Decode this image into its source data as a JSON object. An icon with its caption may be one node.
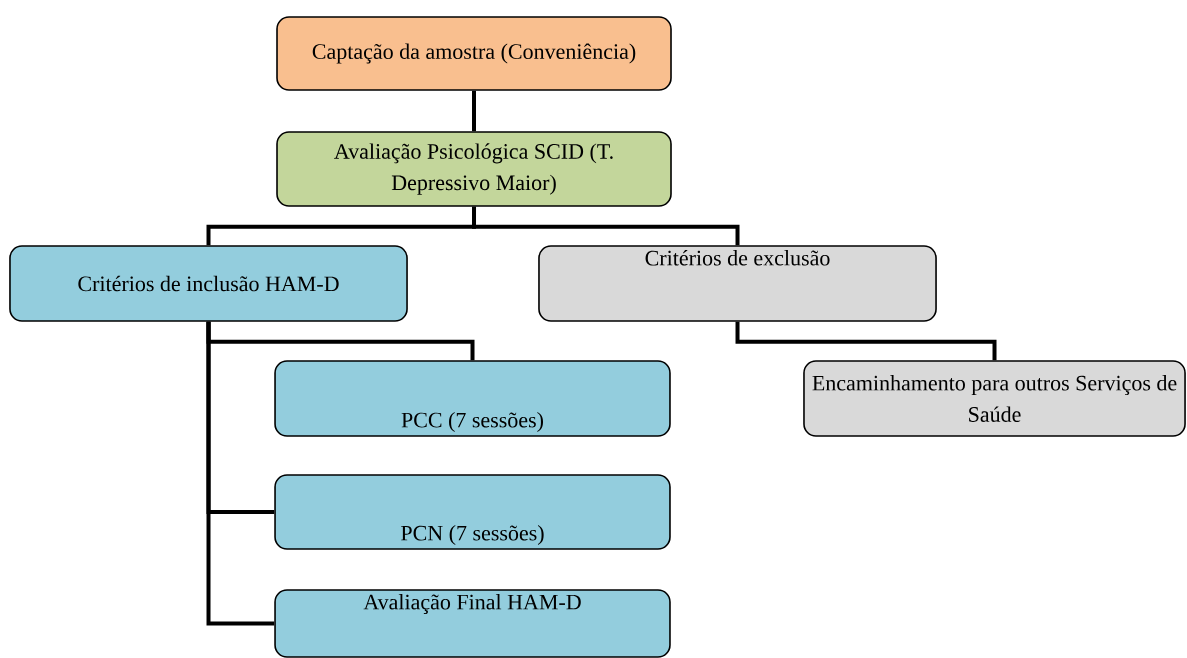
{
  "diagram": {
    "nodes": [
      {
        "text": [
          "Captação da amostra (Conveniência)"
        ]
      },
      {
        "text": [
          "Avaliação Psicológica SCID (T. Depressivo Maior)"
        ]
      },
      {
        "text": [
          "Critérios de inclusão HAM-D"
        ]
      },
      {
        "text": [
          "Critérios de exclusão"
        ]
      },
      {
        "text": [
          "PCC (7 sessões)"
        ]
      },
      {
        "text": [
          "PCN (7 sessões)"
        ]
      },
      {
        "text": [
          "Avaliação Final HAM-D"
        ]
      },
      {
        "text": [
          "Encaminhamento para outros Serviços de Saúde"
        ]
      }
    ],
    "edges": [
      {
        "from": 0,
        "to": 1,
        "arrow": "none"
      },
      {
        "from": 1,
        "to": 2,
        "arrow": "none"
      },
      {
        "from": 1,
        "to": 3,
        "arrow": "none"
      },
      {
        "from": 2,
        "to": 4,
        "arrow": "none"
      },
      {
        "from": 2,
        "to": 5,
        "arrow": "none"
      },
      {
        "from": 2,
        "to": 6,
        "arrow": "none"
      },
      {
        "from": 3,
        "to": 7,
        "arrow": "none"
      }
    ]
  }
}
